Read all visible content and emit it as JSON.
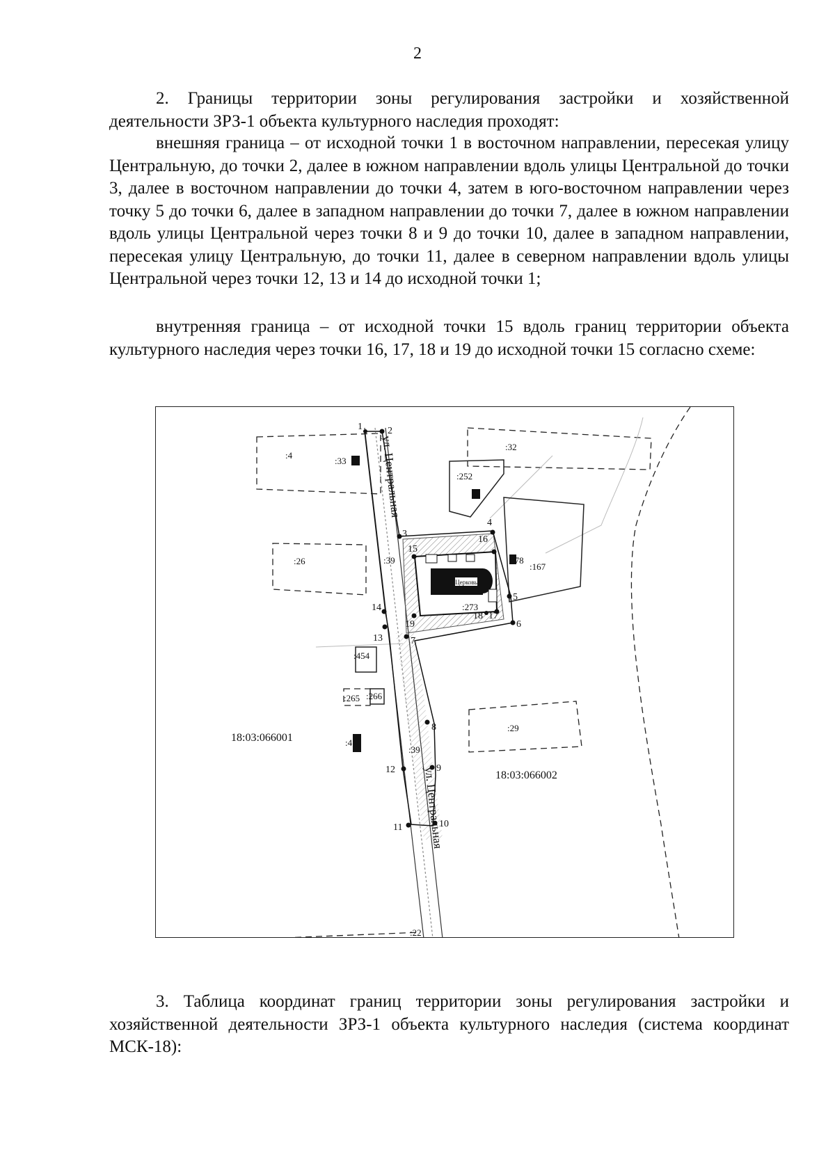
{
  "page_number": "2",
  "paragraphs": {
    "p1": "2. Границы территории зоны регулирования застройки и хозяйственной деятельности ЗРЗ-1 объекта культурного наследия проходят:",
    "p2": "внешняя граница – от исходной точки 1 в восточном направлении, пересекая улицу Центральную, до точки 2, далее в южном направлении вдоль улицы Центральной до точки 3, далее в восточном направлении до точки 4, затем в юго-восточном направлении через точку 5 до точки 6, далее в западном направлении до точки 7, далее в южном направлении вдоль улицы Центральной через точки 8 и 9 до точки 10, далее в западном направлении, пересекая улицу Центральную, до точки 11, далее в северном направлении вдоль улицы Центральной через точки 12, 13 и 14 до исходной точки 1;",
    "p3": "внутренняя граница – от исходной точки 15 вдоль границ территории объекта культурного наследия через точки 16, 17, 18 и 19 до исходной точки 15 согласно схеме:",
    "p4": "3. Таблица координат границ территории зоны регулирования застройки и хозяйственной деятельности ЗРЗ-1 объекта культурного наследия (система координат МСК-18):"
  },
  "scheme": {
    "street_label_north": "ул. Центральная",
    "street_label_south": "ул. Центральная",
    "block_labels": {
      "west": "18:03:066001",
      "east": "18:03:066002"
    },
    "parcels": {
      "p4": ":4",
      "p33": ":33",
      "p32": ":32",
      "p252": ":252",
      "p26": ":26",
      "p167": ":167",
      "p78": ":78",
      "p39a": ":39",
      "p39b": ":39",
      "p273": ":273",
      "p454": ":454",
      "p265": ":265",
      "p266": ":266",
      "p29": ":29",
      "p4b": ":4",
      "p22": ":22"
    },
    "church_label": "Церковь",
    "points": {
      "pt1": "1",
      "pt2": "2",
      "pt3": "3",
      "pt4": "4",
      "pt5": "5",
      "pt6": "6",
      "pt7": "7",
      "pt8": "8",
      "pt9": "9",
      "pt10": "10",
      "pt11": "11",
      "pt12": "12",
      "pt13": "13",
      "pt14": "14",
      "pt15": "15",
      "pt16": "16",
      "pt17": "17",
      "pt18": "18",
      "pt19": "19"
    }
  }
}
